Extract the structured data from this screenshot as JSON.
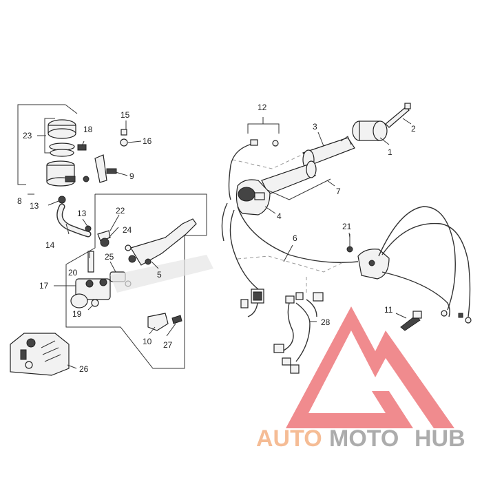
{
  "labels": {
    "p1": "1",
    "p2": "2",
    "p3": "3",
    "p4": "4",
    "p5": "5",
    "p6": "6",
    "p7": "7",
    "p8": "8",
    "p9": "9",
    "p10": "10",
    "p11": "11",
    "p12": "12",
    "p13a": "13",
    "p13b": "13",
    "p14": "14",
    "p15": "15",
    "p16": "16",
    "p17": "17",
    "p18": "18",
    "p19": "19",
    "p20": "20",
    "p21": "21",
    "p22": "22",
    "p23": "23",
    "p24": "24",
    "p25": "25",
    "p26": "26",
    "p27": "27",
    "p28": "28"
  },
  "watermark": {
    "part1": "AUTO",
    "part2": "MOTO",
    "part3": "HUB",
    "color_orange": "#f4b183",
    "color_gray": "#9e9e9e",
    "color_red": "#e8555a"
  }
}
